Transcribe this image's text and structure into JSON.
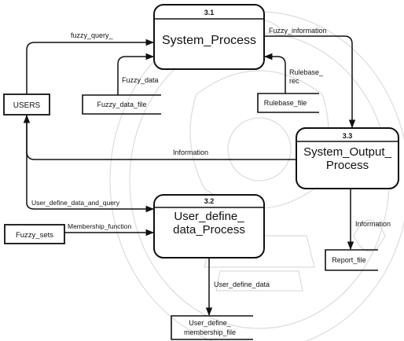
{
  "processes": {
    "system_process": {
      "id": "3.1",
      "line1": "System_Process"
    },
    "system_output_process": {
      "id": "3.3",
      "line1": "System_Output_",
      "line2": "Process"
    },
    "user_define_data_process": {
      "id": "3.2",
      "line1": "User_define_",
      "line2": "data_Process"
    }
  },
  "entities": {
    "users": "USERS",
    "fuzzy_sets": "Fuzzy_sets"
  },
  "stores": {
    "fuzzy_data_file": "Fuzzy_data_file",
    "rulebase_file": "Rulebase_file",
    "report_file": "Report_file",
    "user_define_membership_file": {
      "line1": "User_define_",
      "line2": "membership_file"
    }
  },
  "flows": {
    "fuzzy_query": "fuzzy_query_",
    "fuzzy_information": "Fuzzy_information",
    "fuzzy_data": "Fuzzy_data",
    "rulebase_rec_1": "Rulebase_",
    "rulebase_rec_2": "rec",
    "information_to_users": "Information",
    "user_define_data_and_query": "User_define_data_and_query",
    "membership_function": "Membership_function",
    "information_to_report": "Information",
    "user_define_data": "User_define_data"
  },
  "colors": {
    "ink": "#111111",
    "watermark": "#dcdcdc"
  }
}
